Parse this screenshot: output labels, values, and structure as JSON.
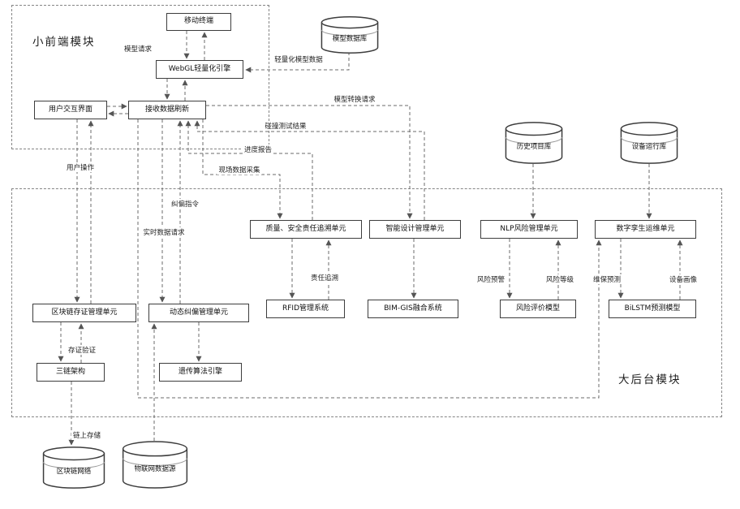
{
  "diagram": {
    "frontend_module_title": "小前端模块",
    "backend_module_title": "大后台模块"
  },
  "nodes": {
    "mobile_terminal": "移动终端",
    "webgl_engine": "WebGL轻量化引擎",
    "user_interface": "用户交互界面",
    "data_refresh": "接收数据刷新",
    "model_database": "模型数据库",
    "history_project_db": "历史项目库",
    "equipment_run_db": "设备运行库",
    "quality_safety_unit": "质量、安全责任追溯单元",
    "intelligent_design_unit": "智能设计管理单元",
    "nlp_risk_unit": "NLP风险管理单元",
    "digital_twin_unit": "数字孪生运维单元",
    "rfid_system": "RFID管理系统",
    "bim_gis_system": "BIM-GIS融合系统",
    "risk_eval_model": "风险评价模型",
    "bilstm_model": "BiLSTM预测模型",
    "blockchain_unit": "区块链存证管理单元",
    "dynamic_correction_unit": "动态纠偏管理单元",
    "three_chain_arch": "三链架构",
    "genetic_algorithm_engine": "遗传算法引擎",
    "blockchain_network": "区块链网络",
    "iot_data_source": "物联网数据源"
  },
  "edge_labels": {
    "model_request": "模型请求",
    "lightweight_model_data": "轻量化模型数据",
    "model_convert_request": "模型转换请求",
    "collision_test_result": "碰撞测试结果",
    "progress_report": "进度报告",
    "field_data_collection": "现场数据采集",
    "user_operation": "用户操作",
    "correction_command": "纠偏指令",
    "realtime_data_request": "实时数据请求",
    "responsibility_trace": "责任追溯",
    "risk_warning": "风险预警",
    "risk_level": "风险等级",
    "maintenance_prediction": "维保预测",
    "equipment_profile": "设备画像",
    "evidence_verification": "存证验证",
    "chain_storage": "链上存储"
  },
  "colors": {
    "line": "#666666",
    "border": "#3d3d3d",
    "background": "#ffffff"
  }
}
